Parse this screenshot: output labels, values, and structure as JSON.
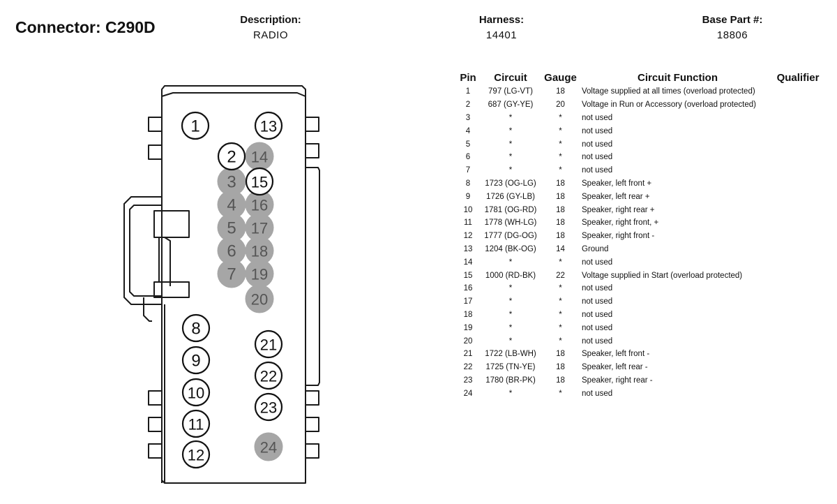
{
  "header": {
    "connector": "Connector: C290D",
    "description_label": "Description:",
    "description_value": "RADIO",
    "harness_label": "Harness:",
    "harness_value": "14401",
    "base_label": "Base Part #:",
    "base_value": "18806"
  },
  "table": {
    "headers": {
      "pin": "Pin",
      "circuit": "Circuit",
      "gauge": "Gauge",
      "function": "Circuit Function",
      "qualifier": "Qualifier"
    },
    "rows": [
      {
        "pin": "1",
        "circuit": "797 (LG-VT)",
        "gauge": "18",
        "function": "Voltage supplied at all times (overload protected)",
        "qualifier": ""
      },
      {
        "pin": "2",
        "circuit": "687 (GY-YE)",
        "gauge": "20",
        "function": "Voltage in Run or Accessory (overload protected)",
        "qualifier": ""
      },
      {
        "pin": "3",
        "circuit": "*",
        "gauge": "*",
        "function": "not used",
        "qualifier": ""
      },
      {
        "pin": "4",
        "circuit": "*",
        "gauge": "*",
        "function": "not used",
        "qualifier": ""
      },
      {
        "pin": "5",
        "circuit": "*",
        "gauge": "*",
        "function": "not used",
        "qualifier": ""
      },
      {
        "pin": "6",
        "circuit": "*",
        "gauge": "*",
        "function": "not used",
        "qualifier": ""
      },
      {
        "pin": "7",
        "circuit": "*",
        "gauge": "*",
        "function": "not used",
        "qualifier": ""
      },
      {
        "pin": "8",
        "circuit": "1723 (OG-LG)",
        "gauge": "18",
        "function": "Speaker, left front +",
        "qualifier": ""
      },
      {
        "pin": "9",
        "circuit": "1726 (GY-LB)",
        "gauge": "18",
        "function": "Speaker, left rear +",
        "qualifier": ""
      },
      {
        "pin": "10",
        "circuit": "1781 (OG-RD)",
        "gauge": "18",
        "function": "Speaker, right rear +",
        "qualifier": ""
      },
      {
        "pin": "11",
        "circuit": "1778 (WH-LG)",
        "gauge": "18",
        "function": "Speaker, right front, +",
        "qualifier": ""
      },
      {
        "pin": "12",
        "circuit": "1777 (DG-OG)",
        "gauge": "18",
        "function": "Speaker, right front -",
        "qualifier": ""
      },
      {
        "pin": "13",
        "circuit": "1204 (BK-OG)",
        "gauge": "14",
        "function": "Ground",
        "qualifier": ""
      },
      {
        "pin": "14",
        "circuit": "*",
        "gauge": "*",
        "function": "not used",
        "qualifier": ""
      },
      {
        "pin": "15",
        "circuit": "1000 (RD-BK)",
        "gauge": "22",
        "function": "Voltage supplied in Start (overload protected)",
        "qualifier": ""
      },
      {
        "pin": "16",
        "circuit": "*",
        "gauge": "*",
        "function": "not used",
        "qualifier": ""
      },
      {
        "pin": "17",
        "circuit": "*",
        "gauge": "*",
        "function": "not used",
        "qualifier": ""
      },
      {
        "pin": "18",
        "circuit": "*",
        "gauge": "*",
        "function": "not used",
        "qualifier": ""
      },
      {
        "pin": "19",
        "circuit": "*",
        "gauge": "*",
        "function": "not used",
        "qualifier": ""
      },
      {
        "pin": "20",
        "circuit": "*",
        "gauge": "*",
        "function": "not used",
        "qualifier": ""
      },
      {
        "pin": "21",
        "circuit": "1722 (LB-WH)",
        "gauge": "18",
        "function": "Speaker, left front -",
        "qualifier": ""
      },
      {
        "pin": "22",
        "circuit": "1725 (TN-YE)",
        "gauge": "18",
        "function": "Speaker, left rear -",
        "qualifier": ""
      },
      {
        "pin": "23",
        "circuit": "1780 (BR-PK)",
        "gauge": "18",
        "function": "Speaker, right rear -",
        "qualifier": ""
      },
      {
        "pin": "24",
        "circuit": "*",
        "gauge": "*",
        "function": "not used",
        "qualifier": ""
      }
    ]
  },
  "diagram": {
    "used_fill": "#ffffff",
    "unused_fill": "#a6a6a6",
    "used_text": "#111111",
    "unused_text": "#555555",
    "cavities": [
      {
        "label": "1",
        "used": true
      },
      {
        "label": "2",
        "used": true
      },
      {
        "label": "3",
        "used": false
      },
      {
        "label": "4",
        "used": false
      },
      {
        "label": "5",
        "used": false
      },
      {
        "label": "6",
        "used": false
      },
      {
        "label": "7",
        "used": false
      },
      {
        "label": "8",
        "used": true
      },
      {
        "label": "9",
        "used": true
      },
      {
        "label": "10",
        "used": true
      },
      {
        "label": "11",
        "used": true
      },
      {
        "label": "12",
        "used": true
      },
      {
        "label": "13",
        "used": true
      },
      {
        "label": "14",
        "used": false
      },
      {
        "label": "15",
        "used": true
      },
      {
        "label": "16",
        "used": false
      },
      {
        "label": "17",
        "used": false
      },
      {
        "label": "18",
        "used": false
      },
      {
        "label": "19",
        "used": false
      },
      {
        "label": "20",
        "used": false
      },
      {
        "label": "21",
        "used": true
      },
      {
        "label": "22",
        "used": true
      },
      {
        "label": "23",
        "used": true
      },
      {
        "label": "24",
        "used": false
      }
    ]
  }
}
